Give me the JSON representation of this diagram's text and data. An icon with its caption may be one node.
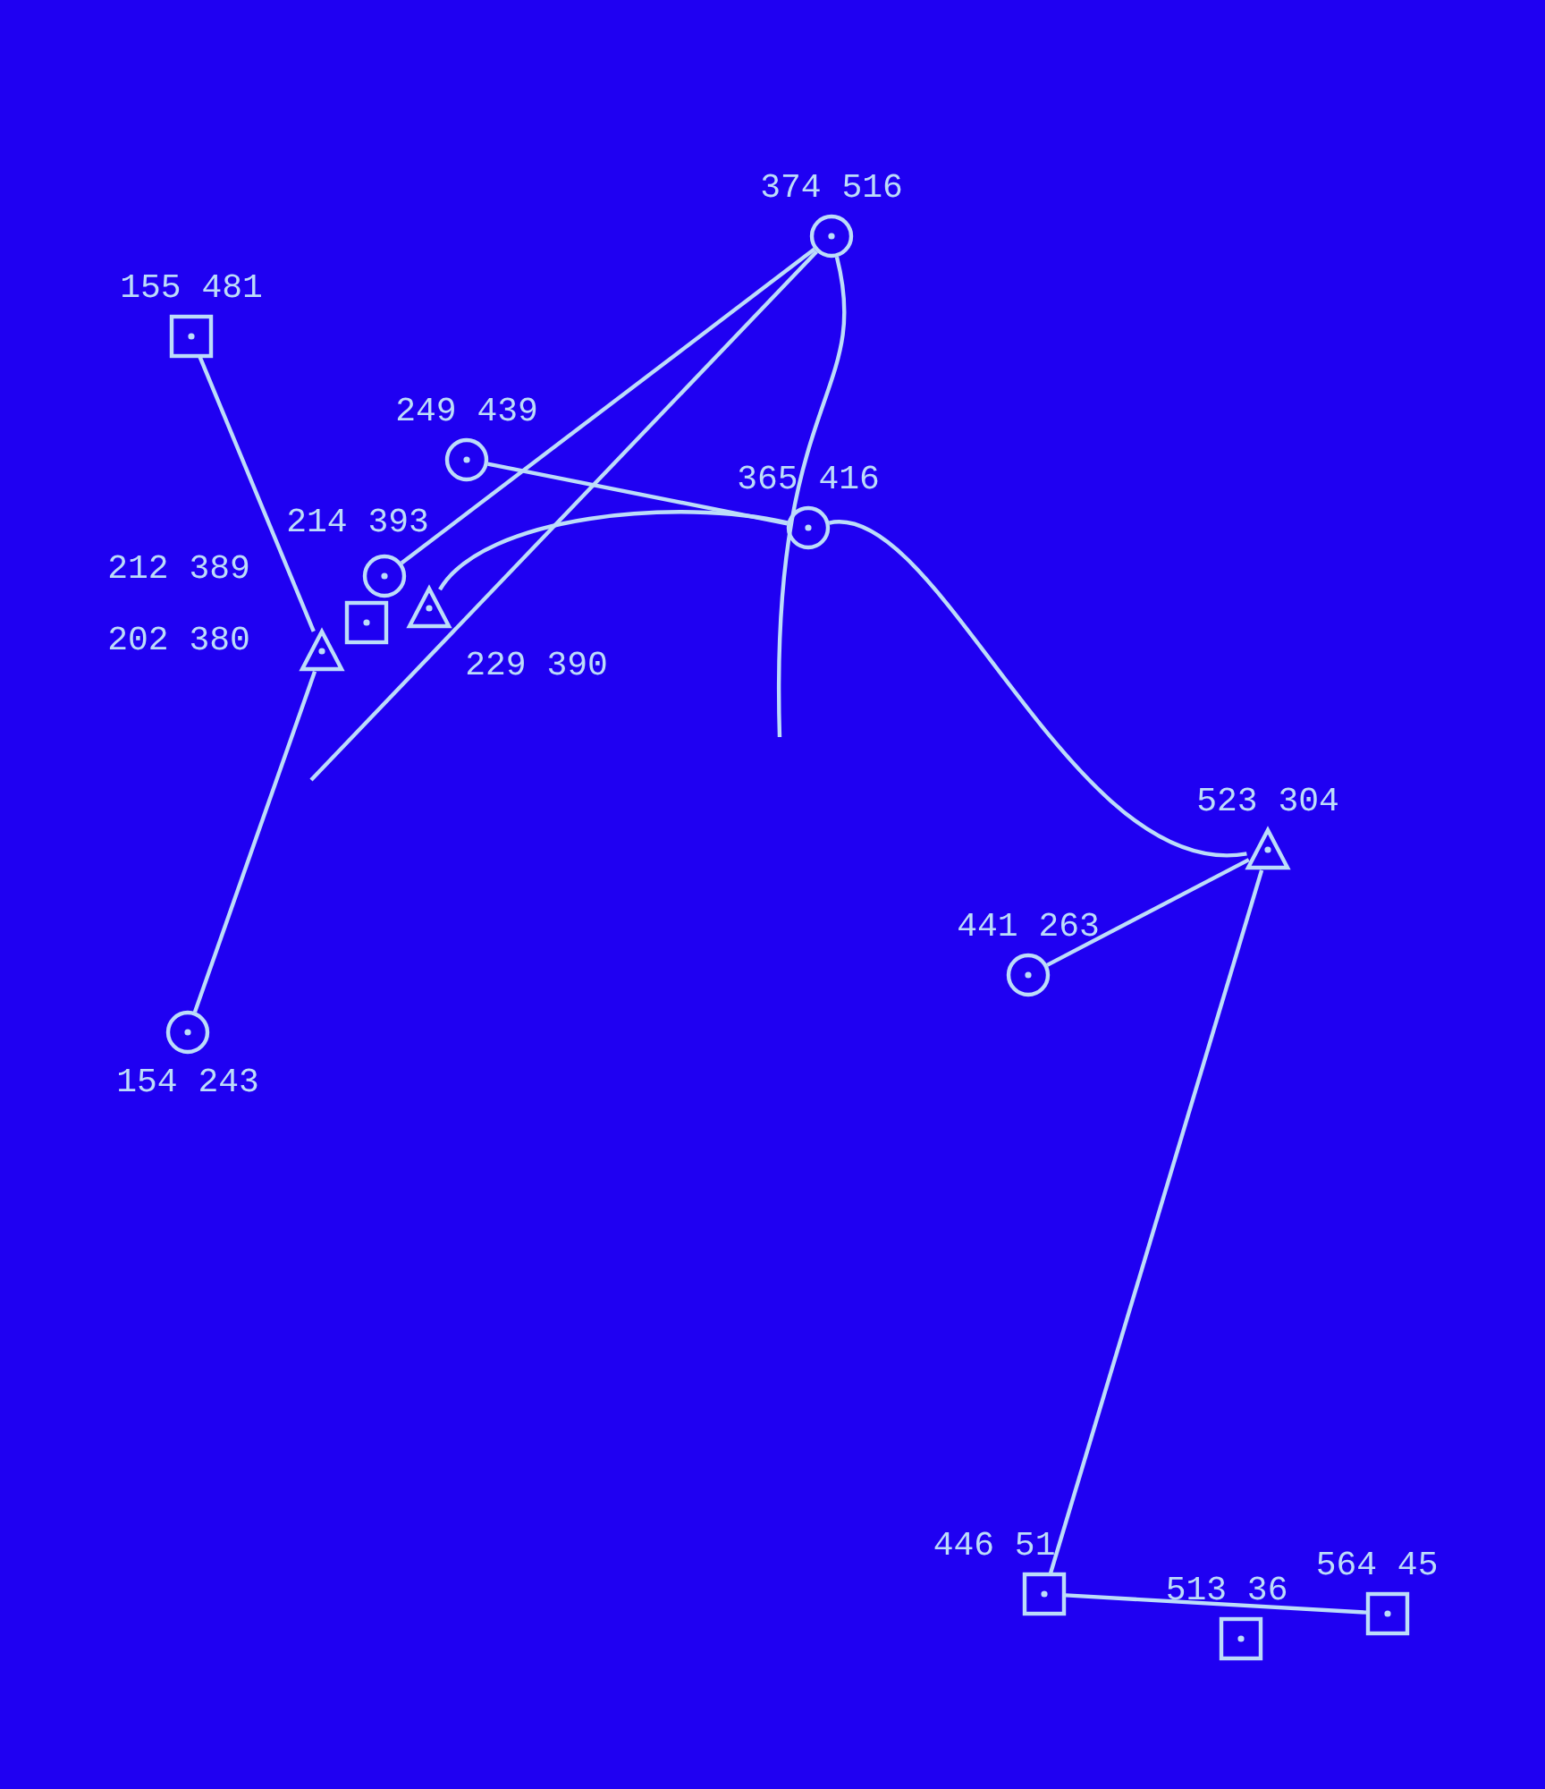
{
  "diagram": {
    "nodes": [
      {
        "text": [],
        "shape": "circle",
        "beside": [
          "374 516"
        ]
      },
      {
        "text": [],
        "shape": "box",
        "beside": [
          "155 481"
        ]
      },
      {
        "text": [],
        "shape": "circle",
        "beside": [
          "249 439"
        ]
      },
      {
        "text": [],
        "shape": "circle",
        "beside": [
          "365 416"
        ]
      },
      {
        "text": [],
        "shape": "circle",
        "beside": [
          "214 393"
        ]
      },
      {
        "text": [],
        "shape": "box",
        "beside": [
          "212 389"
        ]
      },
      {
        "text": [],
        "shape": "triangle",
        "beside": [
          "229 390"
        ]
      },
      {
        "text": [],
        "shape": "triangle",
        "beside": [
          "202 380"
        ]
      },
      {
        "text": [],
        "shape": "triangle",
        "beside": [
          "523 304"
        ]
      },
      {
        "text": [],
        "shape": "circle",
        "beside": [
          "441 263"
        ]
      },
      {
        "text": [],
        "shape": "circle",
        "beside": [
          "154 243"
        ]
      },
      {
        "text": [],
        "shape": "box",
        "beside": [
          "446 51"
        ]
      },
      {
        "text": [],
        "shape": "box",
        "beside": [
          "564 45"
        ]
      },
      {
        "text": [],
        "shape": "box",
        "beside": [
          "513 36"
        ]
      }
    ],
    "edges": [
      {
        "from": 1,
        "to": 7,
        "arrow": "none"
      },
      {
        "from": 10,
        "to": 7,
        "arrow": "none"
      },
      {
        "from": 2,
        "to": 3,
        "arrow": "none"
      },
      {
        "from": 0,
        "to": 4,
        "arrow": "none"
      },
      {
        "from": 0,
        "to": null,
        "arrow": "none"
      },
      {
        "from": 6,
        "to": 3,
        "arrow": "none"
      },
      {
        "from": 3,
        "to": 8,
        "arrow": "none"
      },
      {
        "from": 0,
        "to": null,
        "arrow": "none"
      },
      {
        "from": 9,
        "to": 8,
        "arrow": "none"
      },
      {
        "from": 8,
        "to": 11,
        "arrow": "none"
      },
      {
        "from": 11,
        "to": 12,
        "arrow": "none"
      }
    ]
  }
}
